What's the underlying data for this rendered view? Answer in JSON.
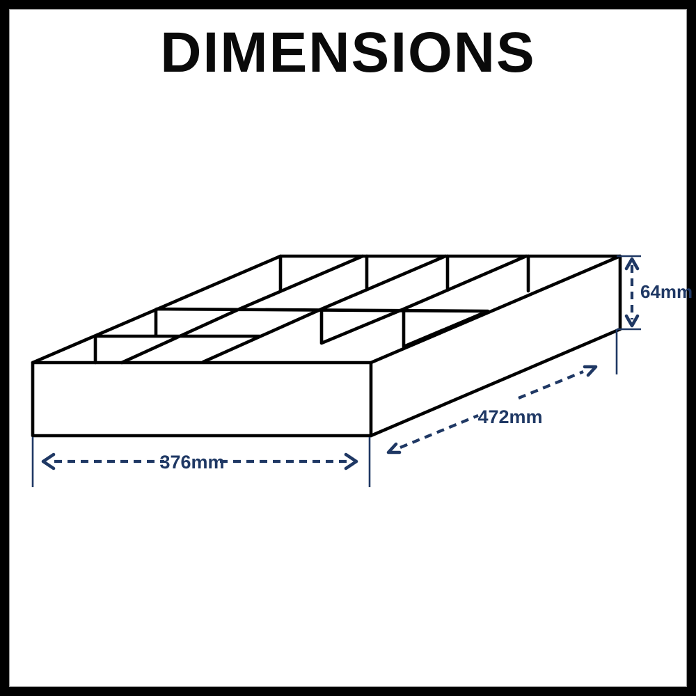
{
  "title": "DIMENSIONS",
  "theme": {
    "background": "#ffffff",
    "border_color": "#000000",
    "line_color": "#000000",
    "dimension_color": "#1f3864"
  },
  "diagram": {
    "product": "drawer organizer tray with 8 compartments",
    "compartments": {
      "rows": 2,
      "columns": 4,
      "count": 8
    },
    "dimensions": {
      "width": {
        "label": "376mm",
        "value_mm": 376,
        "placement": "front-bottom horizontal dashed arrow"
      },
      "depth": {
        "label": "472mm",
        "value_mm": 472,
        "placement": "right-side diagonal dashed arrow"
      },
      "height": {
        "label": "64mm",
        "value_mm": 64,
        "placement": "right-side vertical dashed arrow"
      }
    }
  }
}
